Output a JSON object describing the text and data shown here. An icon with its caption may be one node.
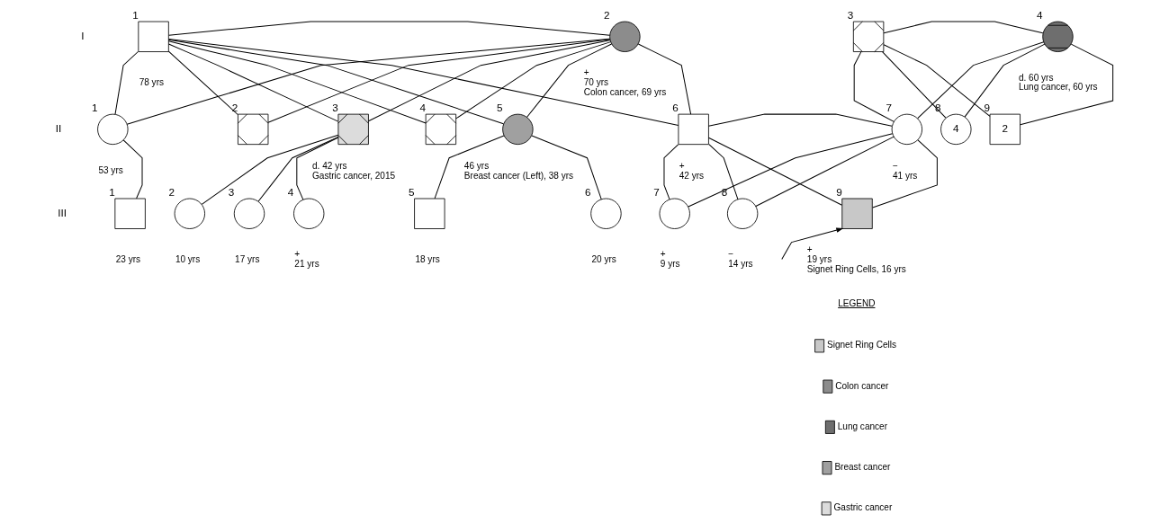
{
  "diagram": {
    "nodes": [
      {
        "text": [
          "1"
        ],
        "beside": [
          "78 yrs"
        ]
      },
      {
        "text": [
          "2"
        ],
        "beside": [
          "+",
          "70 yrs",
          "Colon cancer, 69 yrs"
        ]
      },
      {
        "text": [
          "3"
        ]
      },
      {
        "text": [
          "4"
        ],
        "beside": [
          "d. 60 yrs",
          "Lung cancer, 60 yrs"
        ]
      },
      {
        "text": [
          "1"
        ],
        "beside": [
          "53 yrs"
        ]
      },
      {
        "text": [
          "2"
        ]
      },
      {
        "text": [
          "3"
        ],
        "beside": [
          "d. 42 yrs",
          "Gastric cancer, 2015"
        ]
      },
      {
        "text": [
          "4"
        ]
      },
      {
        "text": [
          "5"
        ],
        "beside": [
          "46 yrs",
          "Breast cancer (Left), 38 yrs"
        ]
      },
      {
        "text": [
          "6"
        ],
        "beside": [
          "+",
          "42 yrs"
        ]
      },
      {
        "text": [
          "7"
        ],
        "beside": [
          "−",
          "41 yrs"
        ]
      },
      {
        "text": [
          "8",
          "4"
        ]
      },
      {
        "text": [
          "9",
          "2"
        ]
      },
      {
        "text": [
          "1"
        ],
        "beside": [
          "23 yrs"
        ]
      },
      {
        "text": [
          "2"
        ],
        "beside": [
          "10 yrs"
        ]
      },
      {
        "text": [
          "3"
        ],
        "beside": [
          "17 yrs"
        ]
      },
      {
        "text": [
          "4"
        ],
        "beside": [
          "+",
          "21 yrs"
        ]
      },
      {
        "text": [
          "5"
        ],
        "beside": [
          "18 yrs"
        ]
      },
      {
        "text": [
          "6"
        ],
        "beside": [
          "20 yrs"
        ]
      },
      {
        "text": [
          "7"
        ],
        "beside": [
          "+",
          "9 yrs"
        ]
      },
      {
        "text": [
          "8"
        ],
        "beside": [
          "−",
          "14 yrs"
        ]
      },
      {
        "text": [
          "9"
        ],
        "beside": [
          "+",
          "19 yrs",
          "Signet Ring Cells, 16 yrs"
        ]
      }
    ],
    "edges": [
      {
        "from": 0,
        "to": 1,
        "arrow": "none"
      },
      {
        "from": 2,
        "to": 3,
        "arrow": "none"
      },
      {
        "from": 0,
        "to": 4,
        "arrow": "none"
      },
      {
        "from": 1,
        "to": 4,
        "arrow": "none"
      },
      {
        "from": 0,
        "to": 5,
        "arrow": "none"
      },
      {
        "from": 1,
        "to": 5,
        "arrow": "none"
      },
      {
        "from": 0,
        "to": 6,
        "arrow": "none"
      },
      {
        "from": 1,
        "to": 6,
        "arrow": "none"
      },
      {
        "from": 0,
        "to": 7,
        "arrow": "none"
      },
      {
        "from": 1,
        "to": 7,
        "arrow": "none"
      },
      {
        "from": 0,
        "to": 8,
        "arrow": "none"
      },
      {
        "from": 1,
        "to": 8,
        "arrow": "none"
      },
      {
        "from": 0,
        "to": 9,
        "arrow": "none"
      },
      {
        "from": 1,
        "to": 9,
        "arrow": "none"
      },
      {
        "from": 2,
        "to": 10,
        "arrow": "none"
      },
      {
        "from": 3,
        "to": 10,
        "arrow": "none"
      },
      {
        "from": 2,
        "to": 11,
        "arrow": "none"
      },
      {
        "from": 3,
        "to": 11,
        "arrow": "none"
      },
      {
        "from": 2,
        "to": 12,
        "arrow": "none"
      },
      {
        "from": 3,
        "to": 12,
        "arrow": "none"
      },
      {
        "from": 9,
        "to": 10,
        "arrow": "none"
      },
      {
        "from": 4,
        "to": 13,
        "arrow": "none"
      },
      {
        "from": 6,
        "to": 14,
        "arrow": "none"
      },
      {
        "from": 6,
        "to": 15,
        "arrow": "none"
      },
      {
        "from": 6,
        "to": 16,
        "arrow": "none"
      },
      {
        "from": 8,
        "to": 17,
        "arrow": "none"
      },
      {
        "from": 8,
        "to": 18,
        "arrow": "none"
      },
      {
        "from": 9,
        "to": 19,
        "arrow": "none"
      },
      {
        "from": 10,
        "to": 19,
        "arrow": "none"
      },
      {
        "from": 9,
        "to": 20,
        "arrow": "none"
      },
      {
        "from": 10,
        "to": 20,
        "arrow": "none"
      },
      {
        "from": 9,
        "to": 21,
        "arrow": "none"
      },
      {
        "from": 10,
        "to": 21,
        "arrow": "none"
      },
      {
        "from": null,
        "to": 21,
        "arrow": "to"
      }
    ],
    "labels": [
      "I",
      "II",
      "III",
      "LEGEND"
    ],
    "legend": [
      {
        "text": "Signet Ring Cells"
      },
      {
        "text": "Colon cancer"
      },
      {
        "text": "Lung cancer"
      },
      {
        "text": "Breast cancer"
      },
      {
        "text": "Gastric cancer"
      }
    ]
  }
}
